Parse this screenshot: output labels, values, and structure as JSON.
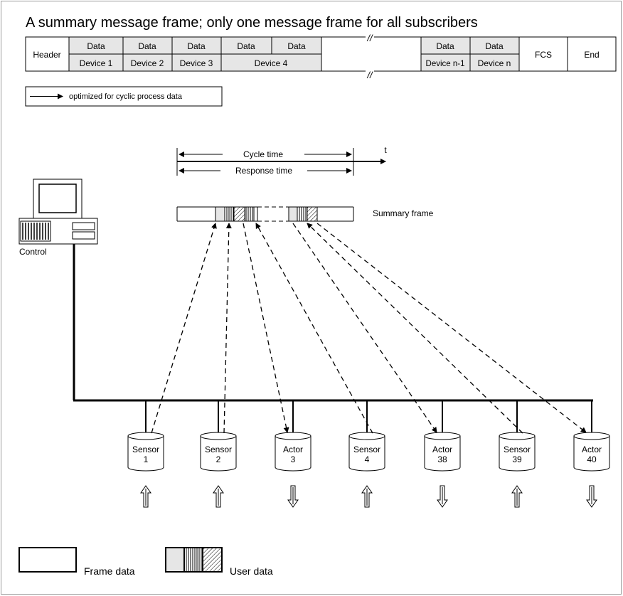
{
  "title": "A summary message frame; only one message frame for all subscribers",
  "frame": {
    "header": "Header",
    "fcs": "FCS",
    "end": "End",
    "data_label": "Data",
    "device_1": "Device 1",
    "device_2": "Device 2",
    "device_3": "Device 3",
    "device_4": "Device 4",
    "device_n1": "Device n-1",
    "device_n": "Device n",
    "break_mark": "//"
  },
  "note": "optimized for cyclic process data",
  "timing": {
    "cycle_time": "Cycle time",
    "response_time": "Response time",
    "t_label": "t"
  },
  "summary_frame_label": "Summary frame",
  "control_label": "Control",
  "devices": [
    {
      "line1": "Sensor",
      "line2": "1",
      "kind": "sensor",
      "target": 1
    },
    {
      "line1": "Sensor",
      "line2": "2",
      "kind": "sensor",
      "target": 2
    },
    {
      "line1": "Actor",
      "line2": "3",
      "kind": "actor",
      "target": 3
    },
    {
      "line1": "Sensor",
      "line2": "4",
      "kind": "sensor",
      "target": 4
    },
    {
      "line1": "Actor",
      "line2": "38",
      "kind": "actor",
      "target": 5
    },
    {
      "line1": "Sensor",
      "line2": "39",
      "kind": "sensor",
      "target": 6
    },
    {
      "line1": "Actor",
      "line2": "40",
      "kind": "actor",
      "target": 7
    }
  ],
  "legend": {
    "frame_data": "Frame data",
    "user_data": "User data"
  },
  "colors": {
    "stroke": "#000000",
    "cell_fill": "#e6e6e6",
    "border": "#9a9a9a"
  }
}
